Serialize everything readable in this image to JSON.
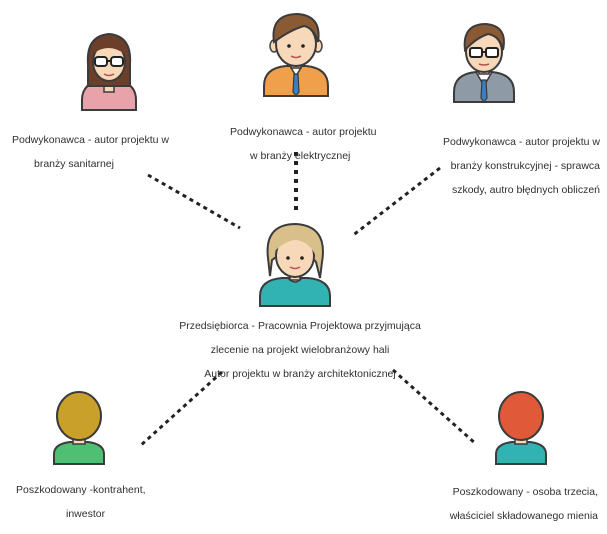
{
  "nodes": {
    "top_left": {
      "lines": [
        "Podwykonawca - autor projektu w",
        "branży sanitarnej"
      ]
    },
    "top_center": {
      "lines": [
        "Podwykonawca - autor projektu",
        "w branży elektrycznej"
      ]
    },
    "top_right": {
      "lines": [
        "Podwykonawca - autor projektu w",
        "branży konstrukcyjnej - sprawca",
        "szkody, autro błędnych obliczeń"
      ]
    },
    "center": {
      "lines": [
        "Przedsiębiorca - Pracownia Projektowa przyjmująca",
        "zlecenie na projekt wielobranżowy hali",
        "Autor projektu w branży architektonicznej"
      ]
    },
    "bottom_left": {
      "lines": [
        "Poszkodowany -kontrahent,",
        "inwestor"
      ]
    },
    "bottom_right": {
      "lines": [
        "Poszkodowany - osoba trzecia,",
        "właściciel składowanego mienia"
      ]
    }
  },
  "colors": {
    "line": "#222222",
    "skin": "#f7d9b9",
    "hair_dark": "#6b3f2a",
    "hair_brown": "#8a5a35",
    "hair_blond": "#d9c08a",
    "hair_olive": "#c9a02a",
    "hair_red": "#e05a3a",
    "shirt_pink": "#e7a3a9",
    "shirt_orange": "#f0a04b",
    "shirt_teal": "#32b3b3",
    "shirt_green": "#4fbf73",
    "suit_gray": "#8e9aa6",
    "tie_blue": "#3a7fc1",
    "outline": "#3b3b3b"
  }
}
